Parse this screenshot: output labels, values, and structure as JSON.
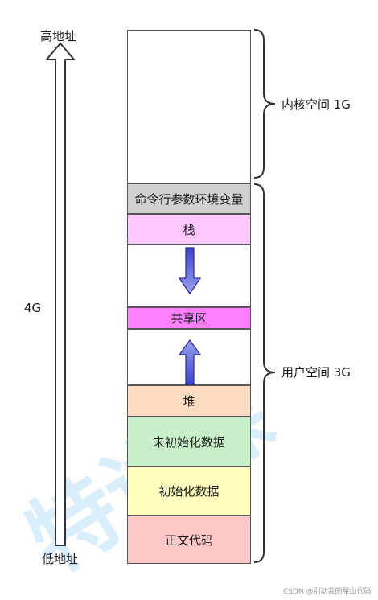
{
  "axis": {
    "top_label": "高地址",
    "bottom_label": "低地址",
    "size_label": "4G"
  },
  "regions": {
    "kernel": "",
    "cmdline_env": "命令行参数环境变量",
    "stack": "栈",
    "shared": "共享区",
    "heap": "堆",
    "bss": "未初始化数据",
    "data": "初始化数据",
    "text": "正文代码"
  },
  "braces": {
    "kernel_label": "内核空间 1G",
    "user_label": "用户空间 3G"
  },
  "watermark": {
    "text": "特讲课"
  },
  "footer": {
    "credit": "CSDN @别动我的屎山代码"
  },
  "colors": {
    "kernel": "#ffffff",
    "cmdline_env": "#d0d0d0",
    "stack": "#ffc8ff",
    "shared": "#ff80ff",
    "heap": "#ffdcc0",
    "bss": "#c8f0c8",
    "data": "#ffffc0",
    "text": "#ffc8c8",
    "arrow_fill": "#5a62d8",
    "arrow_stroke": "#2a2a8a"
  }
}
